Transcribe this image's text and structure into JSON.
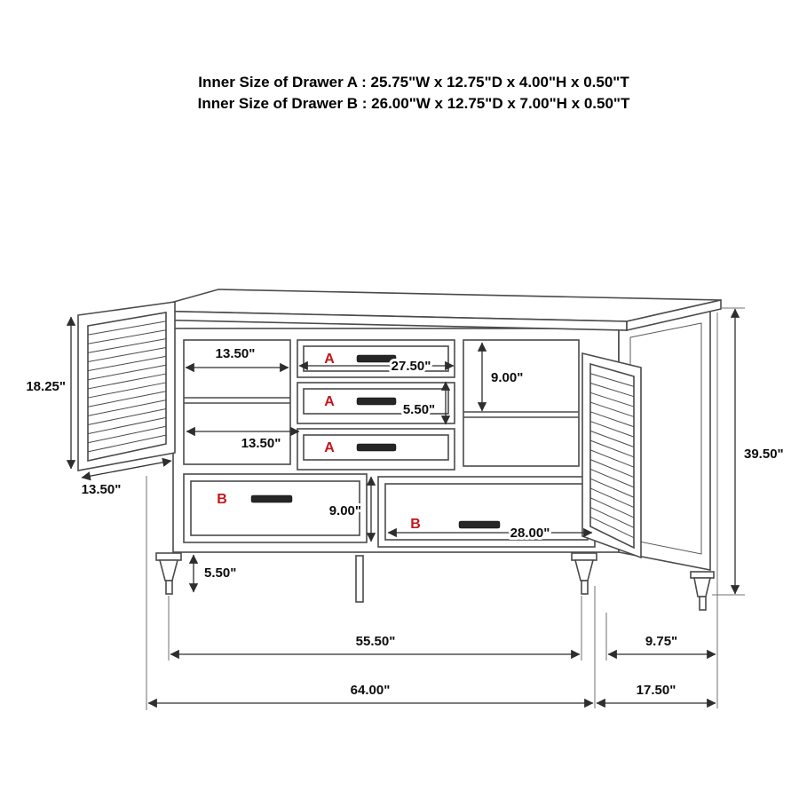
{
  "header": {
    "line1": "Inner Size of Drawer A : 25.75\"W x 12.75\"D x 4.00\"H x 0.50\"T",
    "line2": "Inner Size of Drawer B : 26.00\"W x 12.75\"D x 7.00\"H x 0.50\"T"
  },
  "drawer_labels": {
    "a": "A",
    "b": "B"
  },
  "dimensions": {
    "shelf_width_upper": "13.50\"",
    "left_door_height": "18.25\"",
    "shelf_width_lower": "13.50\"",
    "left_door_width": "13.50\"",
    "drawer_a_width": "27.50\"",
    "drawer_a_height": "5.50\"",
    "right_shelf_height": "9.00\"",
    "drawer_b_height": "9.00\"",
    "drawer_b_width": "28.00\"",
    "leg_height": "5.50\"",
    "overall_height": "39.50\"",
    "base_width": "55.50\"",
    "back_leg_offset": "9.75\"",
    "overall_width": "64.00\"",
    "overall_depth": "17.50\""
  },
  "colors": {
    "line": "#4a4a4a",
    "dimension": "#2e2e2e",
    "text": "#000000",
    "drawer_label": "#c3161c",
    "background": "#ffffff"
  }
}
